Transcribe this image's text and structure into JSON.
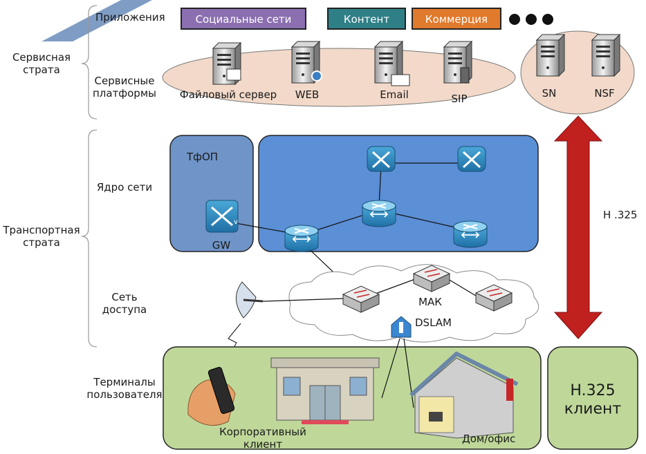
{
  "strata": {
    "service": "Сервисная\nстрата",
    "transport": "Транспортная\nстрата"
  },
  "layers": {
    "applications": "Приложения",
    "service_platforms": "Сервисные\nплатформы",
    "core": "Ядро сети",
    "access": "Сеть\nдоступа",
    "terminals": "Терминалы\nпользователя"
  },
  "apps": {
    "social": "Социальные сети",
    "content": "Контент",
    "commerce": "Коммерция"
  },
  "servers": {
    "file": "Файловый сервер",
    "web": "WEB",
    "email": "Email",
    "sip": "SIP",
    "sn": "SN",
    "nsf": "NSF"
  },
  "core": {
    "pstn": "ТфОП",
    "gw": "GW"
  },
  "access": {
    "mak": "МАК",
    "dslam": "DSLAM"
  },
  "terminals": {
    "corporate": "Корпоративный\nклиент",
    "home": "Дом/офис",
    "h325_client": "H.325\nклиент"
  },
  "protocol": "Н .325",
  "colors": {
    "social": "#8b6fb0",
    "content": "#2f7f86",
    "commerce": "#e07a2c",
    "core_bg": "#5b8fd6",
    "pstn_bg": "#6f94c8",
    "terminal_bg": "#bfd89a",
    "arrow": "#c0201e",
    "ellipse": "#f2d9c9"
  }
}
